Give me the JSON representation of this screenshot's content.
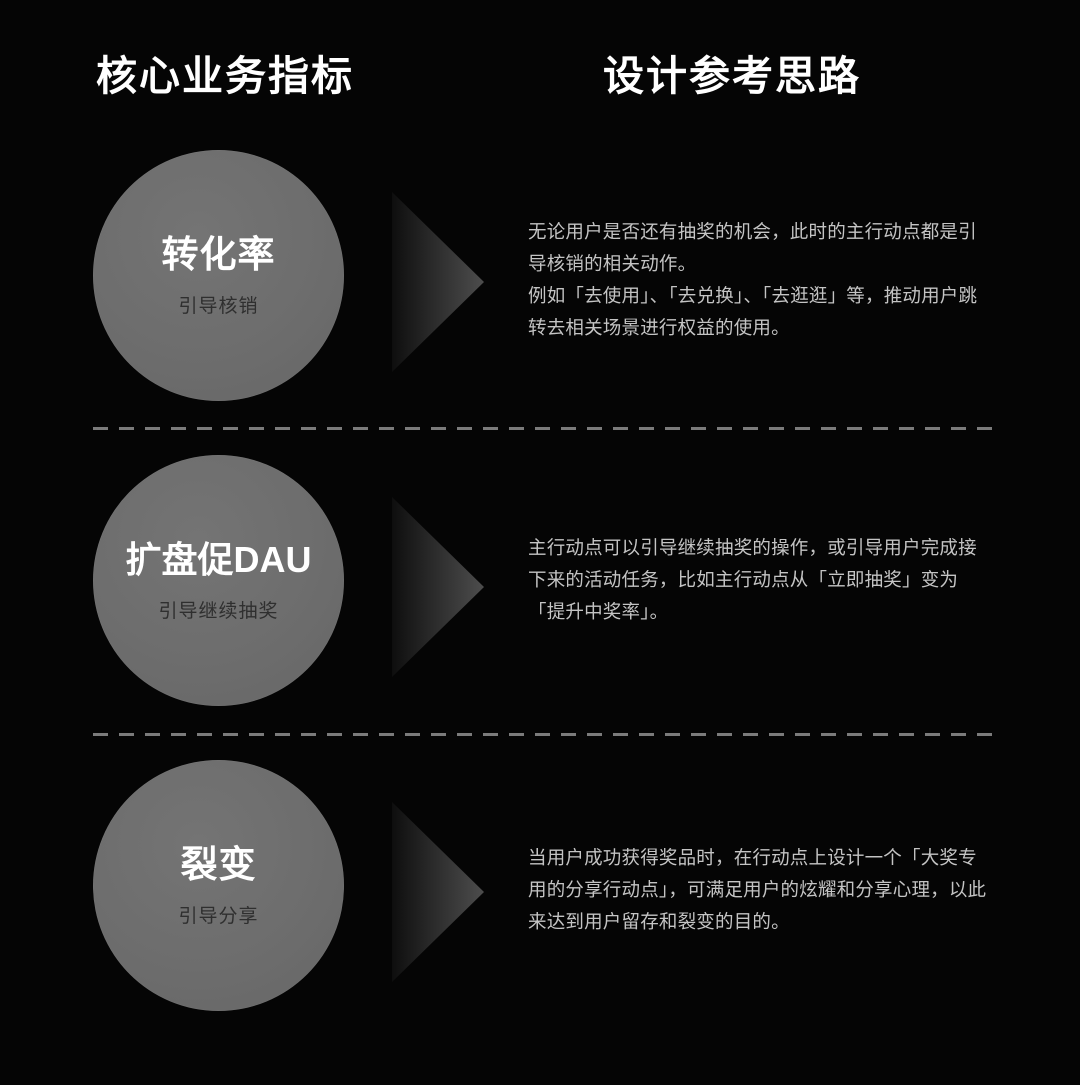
{
  "headings": {
    "left": "核心业务指标",
    "right": "设计参考思路"
  },
  "rows": [
    {
      "circle_title": "转化率",
      "circle_subtitle": "引导核销",
      "paragraph_lines": [
        "无论用户是否还有抽奖的机会，此时的主行动点都是引导核销的相关动作。",
        "例如「去使用」、「去兑换」、「去逛逛」等，推动用户跳转去相关场景进行权益的使用。"
      ]
    },
    {
      "circle_title": "扩盘促DAU",
      "circle_subtitle": "引导继续抽奖",
      "paragraph_lines": [
        "主行动点可以引导继续抽奖的操作，或引导用户完成接下来的活动任务，比如主行动点从「立即抽奖」变为「提升中奖率」。"
      ]
    },
    {
      "circle_title": "裂变",
      "circle_subtitle": "引导分享",
      "paragraph_lines": [
        "当用户成功获得奖品时，在行动点上设计一个「大奖专用的分享行动点」，可满足用户的炫耀和分享心理，以此来达到用户留存和裂变的目的。"
      ]
    }
  ],
  "colors": {
    "background": "#050505",
    "circle_fill": "#6d6d6d",
    "heading_text": "#ffffff",
    "circle_title_text": "#ffffff",
    "circle_subtitle_text": "#2f2f2f",
    "paragraph_text": "#c4c4c4",
    "divider": "#7b7b7b",
    "arrow_gradient_start": "#0d0d0d",
    "arrow_gradient_end": "#4a4a4a"
  }
}
